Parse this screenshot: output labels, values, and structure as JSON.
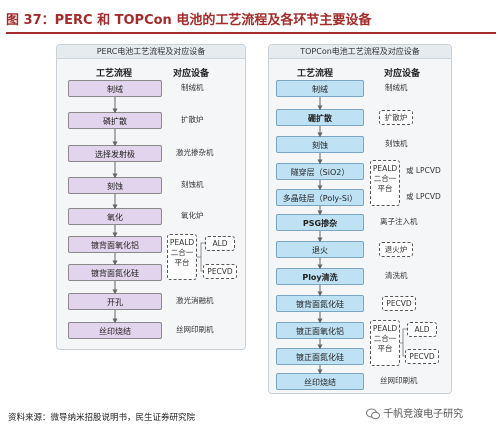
{
  "title": "图 37：PERC 和 TOPCon 电池的工艺流程及各环节主要设备",
  "perc": {
    "header": "PERC电池工艺流程及对应设备",
    "col_process": "工艺流程",
    "col_equipment": "对应设备",
    "steps": [
      "制绒",
      "磷扩散",
      "选择发射极",
      "刻蚀",
      "氧化",
      "镀背面氧化铝",
      "镀背面氮化硅",
      "开孔",
      "丝印烧结"
    ],
    "equipment": {
      "texturing": "制绒机",
      "diffusion": "扩散炉",
      "laser_doping": "激光掺杂机",
      "etching": "刻蚀机",
      "oxidation": "氧化炉",
      "laser_ablation": "激光消融机",
      "printing": "丝网印刷机"
    },
    "peald_box": [
      "PEALD",
      "二合一",
      "平台"
    ],
    "ald_label": "ALD",
    "pecvd_label": "PECVD"
  },
  "topcon": {
    "header": "TOPCon电池工艺流程及对应设备",
    "col_process": "工艺流程",
    "col_equipment": "对应设备",
    "steps": [
      "制绒",
      "硼扩散",
      "刻蚀",
      "隧穿层（SiO2）",
      "多晶硅层（Poly-Si）",
      "PSG掺杂",
      "退火",
      "Ploy清洗",
      "镀背面氮化硅",
      "镀正面氧化铝",
      "镀正面氮化硅",
      "丝印烧结"
    ],
    "equipment": {
      "texturing": "制绒机",
      "diffusion": "扩散炉",
      "etching": "刻蚀机",
      "or_lpcvd_1": "或 LPCVD",
      "or_lpcvd_2": "或 LPCVD",
      "ion_implant": "离子注入机",
      "anneal": "退火炉",
      "cleaning": "清洗机",
      "printing": "丝网印刷机"
    },
    "peald_box_top": [
      "PEALD",
      "二合一",
      "平台"
    ],
    "peald_box_bottom": [
      "PEALD",
      "二合一",
      "平台"
    ],
    "pecvd_label": "PECVD",
    "ald_label": "ALD",
    "pecvd_label_2": "PECVD"
  },
  "footer": "资料来源：微导纳米招股说明书，民生证券研究院",
  "watermark": "千帆竞渡电子研究"
}
